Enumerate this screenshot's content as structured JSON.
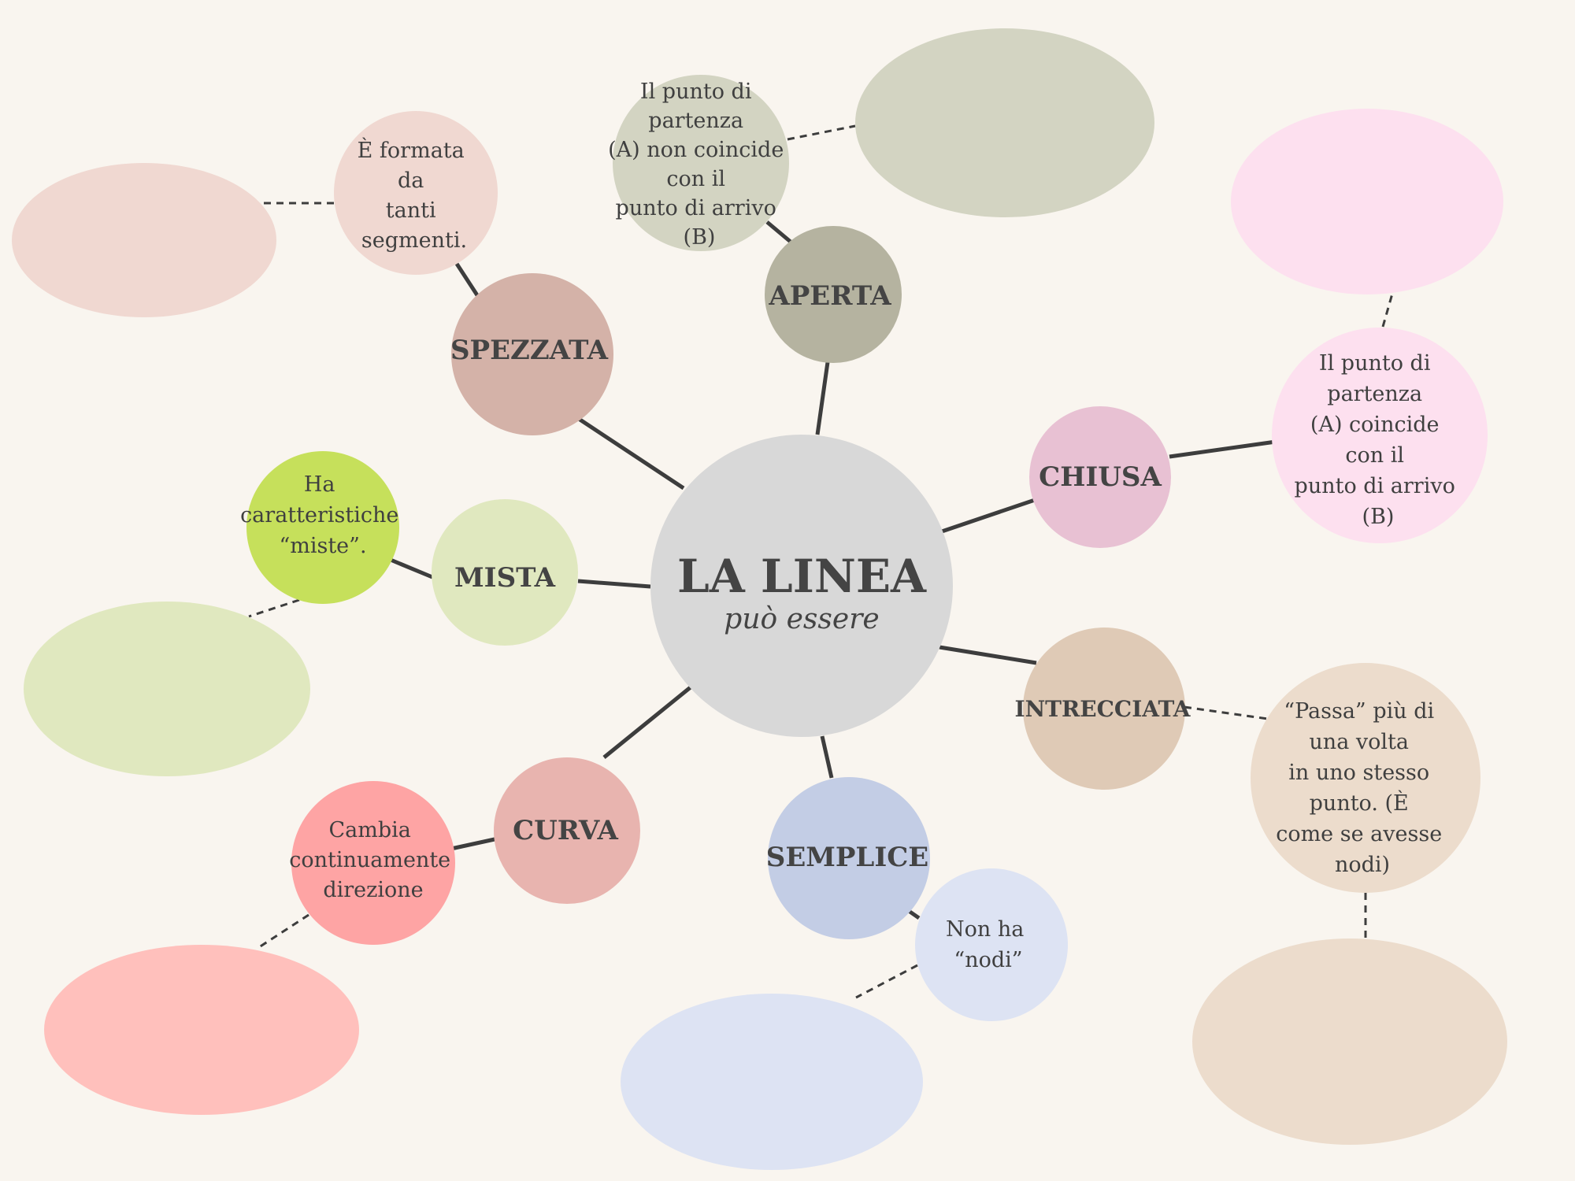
{
  "hub": {
    "title": "LA LINEA",
    "subtitle": "può essere",
    "color": "#d8d8d8"
  },
  "nodes": {
    "spezzata": {
      "label": "SPEZZATA",
      "color": "#d4b2a8",
      "description": [
        "È formata",
        "da",
        "tanti",
        "segmenti."
      ],
      "description_color": "#f0d8d1",
      "note_color": "#f0d8d1"
    },
    "aperta": {
      "label": "APERTA",
      "color": "#b5b3a0",
      "description": [
        "Il punto di",
        "partenza",
        "(A) non coincide",
        "con il",
        "punto di arrivo",
        "(B)"
      ],
      "description_color": "#d3d4c2",
      "note_color": "#d3d4c2"
    },
    "chiusa": {
      "label": "CHIUSA",
      "color": "#e8c1d3",
      "description": [
        "Il punto di",
        "partenza",
        "(A) coincide",
        "con il",
        "punto di arrivo",
        "(B)"
      ],
      "description_color": "#fde0ef",
      "note_color": "#fde0ef"
    },
    "mista": {
      "label": "MISTA",
      "color": "#e0e8bf",
      "description": [
        "Ha",
        "caratteristiche",
        "“miste”."
      ],
      "description_color": "#c6e05b",
      "note_color": "#e0e8bf"
    },
    "intrecciata": {
      "label": "INTRECCIATA",
      "color": "#dfcab6",
      "description": [
        "“Passa” più di",
        "una volta",
        "in uno stesso",
        "punto. (È",
        "come se avesse",
        "nodi)"
      ],
      "description_color": "#ecdccc",
      "note_color": "#ecdccc"
    },
    "curva": {
      "label": "CURVA",
      "color": "#e8b4af",
      "description": [
        "Cambia",
        "continuamente",
        "direzione"
      ],
      "description_color": "#fea4a4",
      "note_color": "#ffc0bc"
    },
    "semplice": {
      "label": "SEMPLICE",
      "color": "#c3cde5",
      "description": [
        "Non ha",
        "“nodi”"
      ],
      "description_color": "#dde3f3",
      "note_color": "#dde3f3"
    }
  },
  "colors": {
    "background": "#f9f5ef",
    "text": "#444444",
    "lines": "#3d3d3d"
  }
}
